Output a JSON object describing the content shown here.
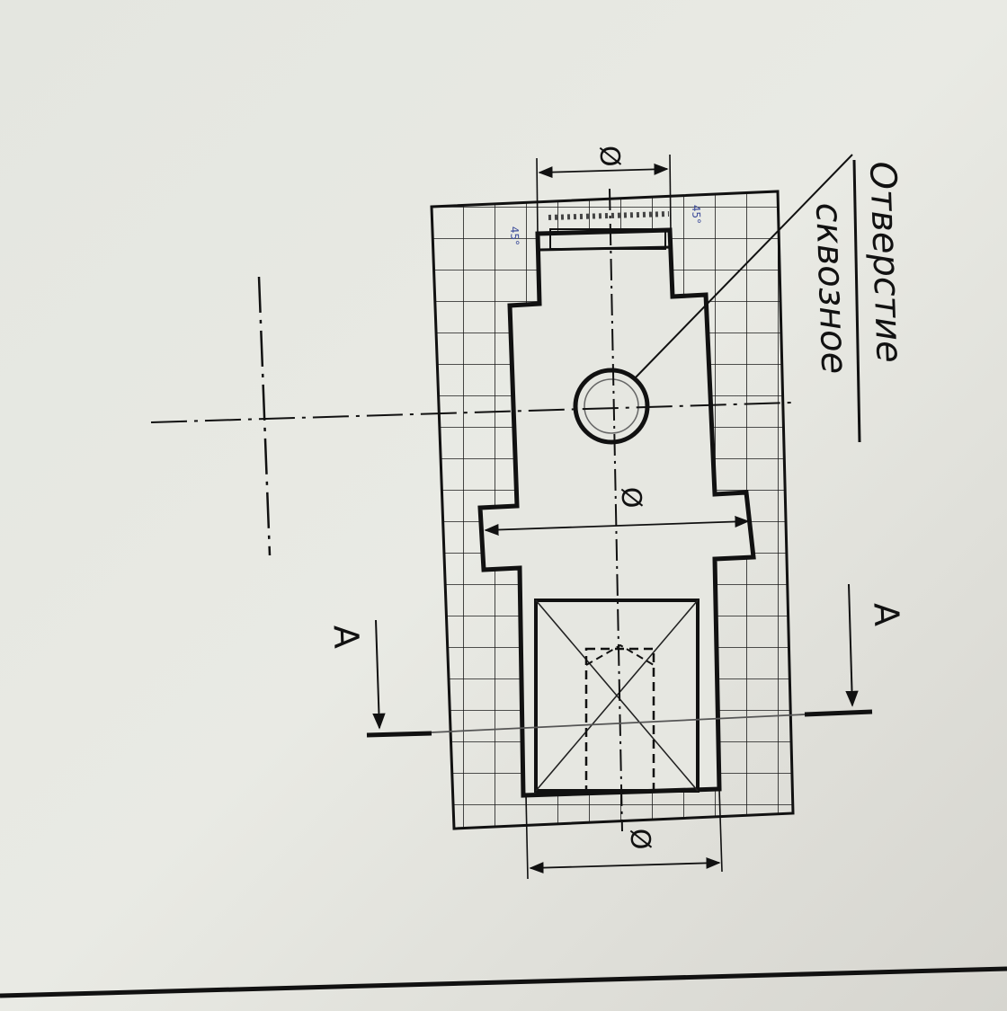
{
  "drawing": {
    "note_line1": "Отверстие",
    "note_line2": "сквозное",
    "section_mark_left": "А",
    "section_mark_right": "А",
    "dim_top": "Ø",
    "dim_middle": "Ø",
    "dim_bottom": "Ø",
    "chamfer_left": "45°",
    "chamfer_right": "45°"
  }
}
